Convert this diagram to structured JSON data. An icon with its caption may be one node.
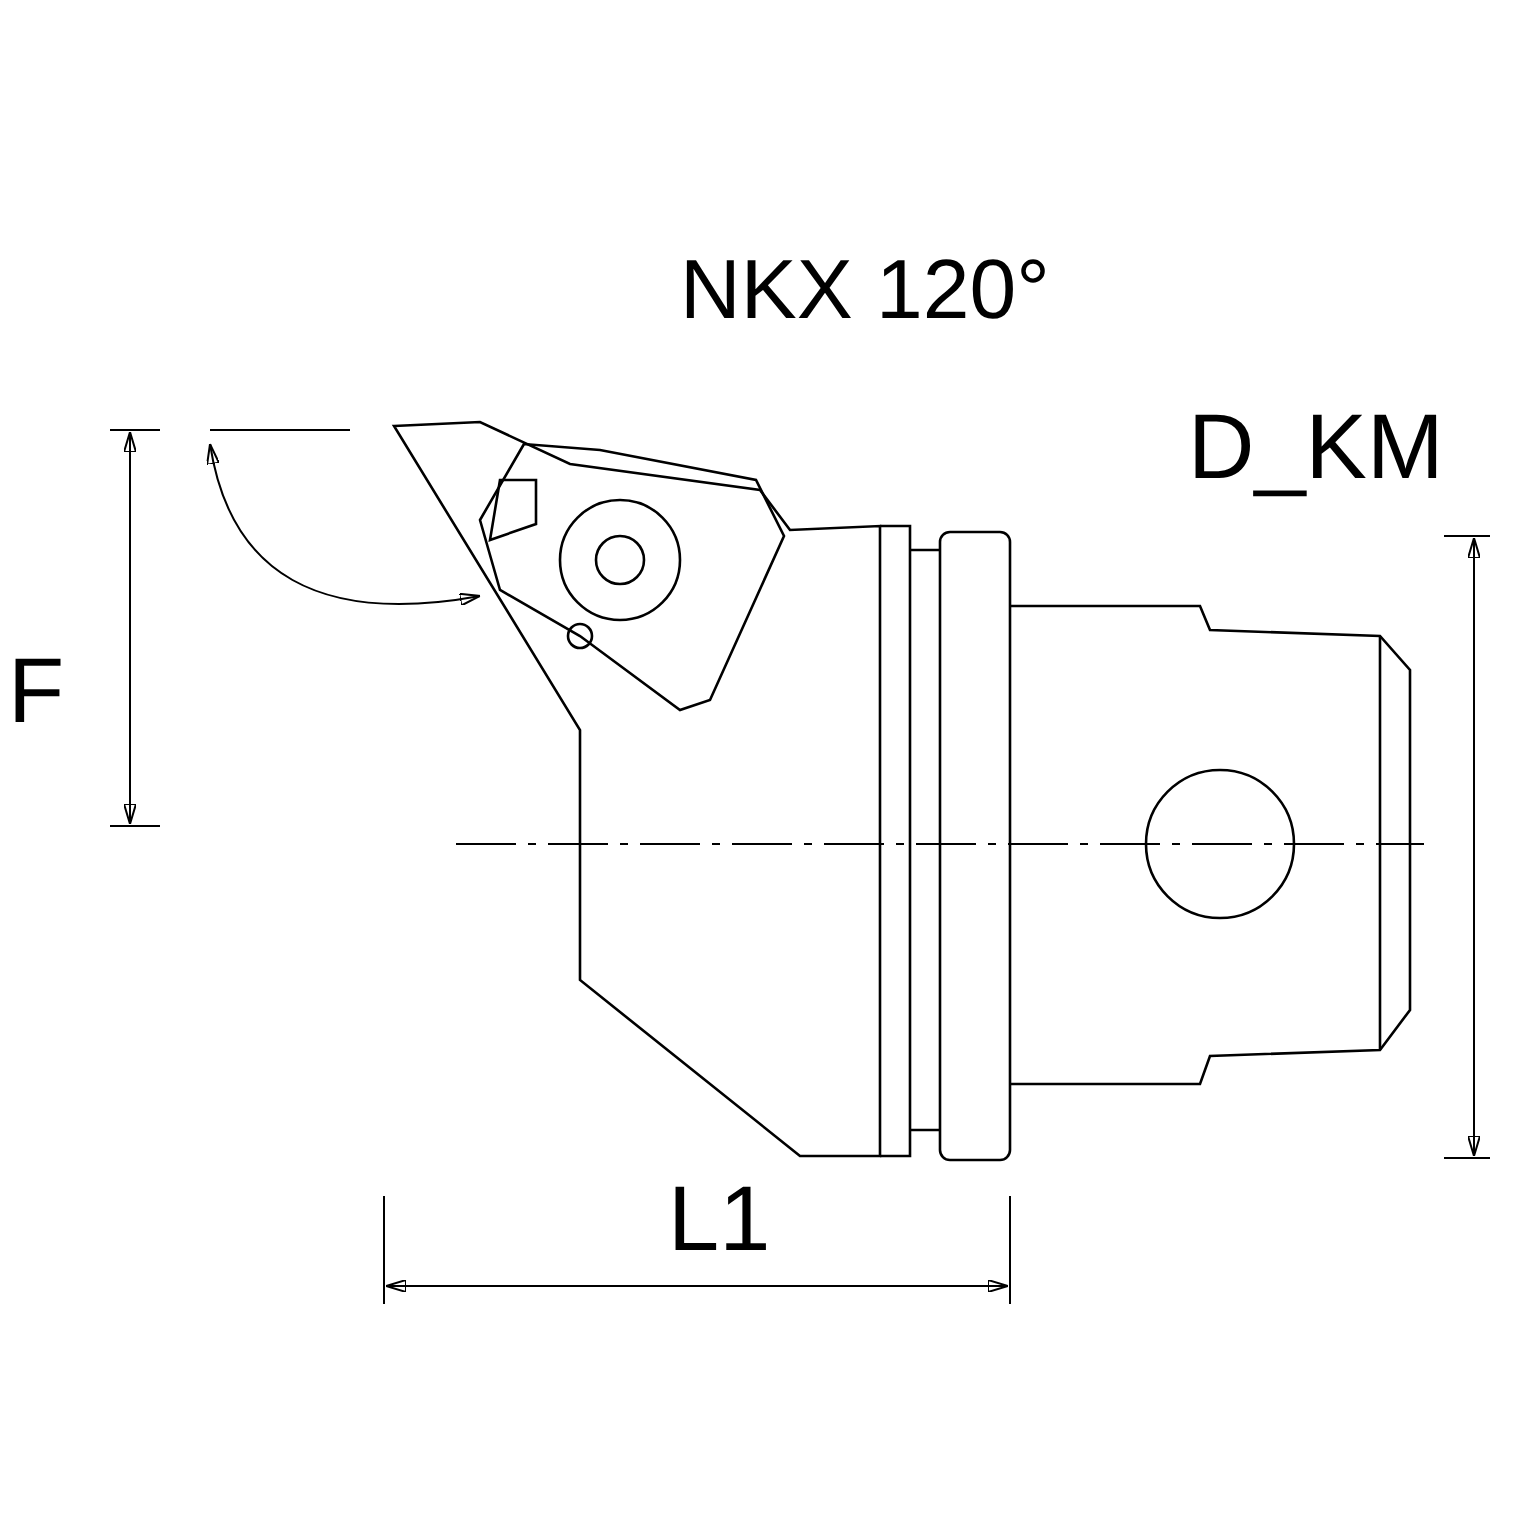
{
  "diagram": {
    "labels": [
      "NKX 120°",
      "D_KM",
      "F",
      "L1"
    ]
  }
}
